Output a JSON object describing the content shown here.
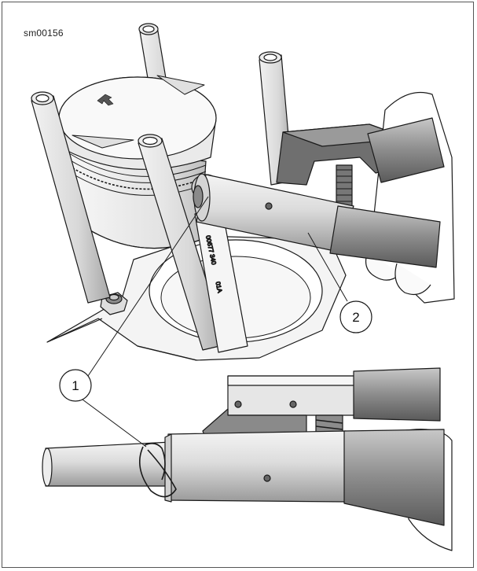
{
  "figure": {
    "reference_code": "sm00156",
    "callouts": [
      {
        "number": "1"
      },
      {
        "number": "2"
      }
    ],
    "tool_marking_1": "00677 340",
    "tool_marking_2": "01A"
  },
  "colors": {
    "line": "#1a1a1a",
    "metal_light": "#e8e8e8",
    "metal_mid": "#b5b5b5",
    "metal_dark": "#7a7a7a",
    "frame": "#555555"
  }
}
